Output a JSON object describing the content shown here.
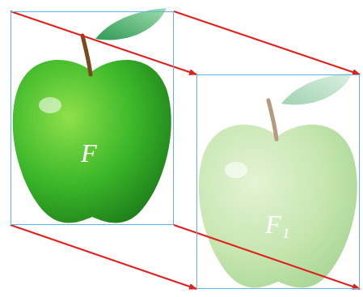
{
  "diagram": {
    "nodes": [
      {
        "text": [
          "F"
        ]
      },
      {
        "text": [
          "F₁"
        ]
      }
    ],
    "edges": [
      {
        "from": 0,
        "to": 1,
        "arrow": "to"
      },
      {
        "from": 0,
        "to": 1,
        "arrow": "to"
      },
      {
        "from": 0,
        "to": 1,
        "arrow": "to"
      },
      {
        "from": 0,
        "to": 1,
        "arrow": "to"
      }
    ]
  }
}
